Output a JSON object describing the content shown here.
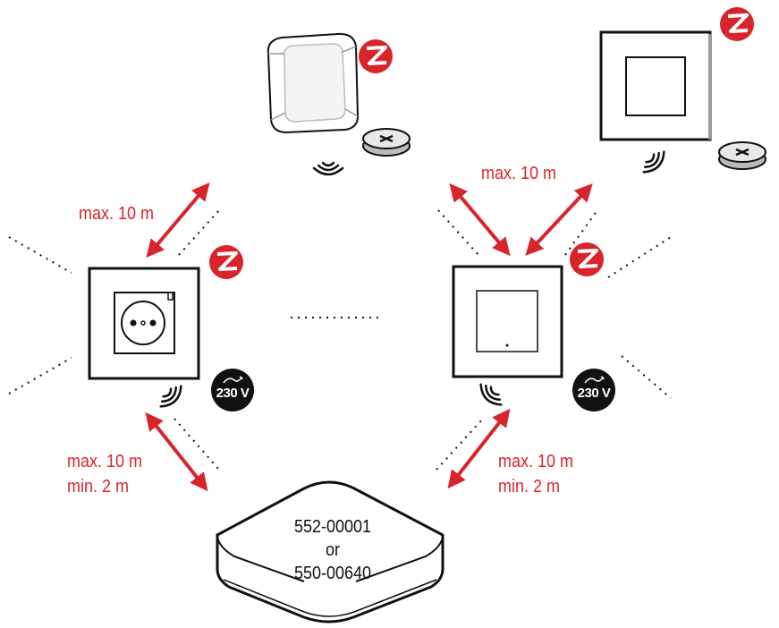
{
  "labels": {
    "top_right_range": "max. 10 m",
    "left_range": "max. 10 m",
    "bottom_left_max": "max. 10 m",
    "bottom_left_min": "min. 2 m",
    "bottom_right_max": "max. 10 m",
    "bottom_right_min": "min. 2 m"
  },
  "hub": {
    "line1": "552-00001",
    "line2": "or",
    "line3": "550-00640"
  },
  "badges": {
    "power_left": "230 V",
    "power_right": "230 V"
  },
  "icons": {
    "zigbee": "zigbee-logo-icon",
    "battery": "coin-battery-icon",
    "wireless": "wireless-signal-icon",
    "power": "230v-power-icon"
  },
  "colors": {
    "accent_red": "#d8242b",
    "outline": "#111111"
  }
}
